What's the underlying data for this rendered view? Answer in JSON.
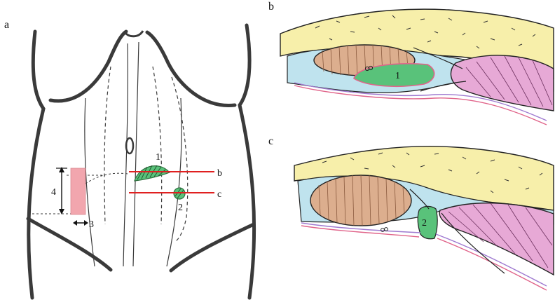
{
  "figure": {
    "panels": [
      {
        "id": "a",
        "letter": "a"
      },
      {
        "id": "b",
        "letter": "b"
      },
      {
        "id": "c",
        "letter": "c"
      }
    ],
    "labels": {
      "section_b": "b",
      "section_c": "c",
      "defect_1": "1",
      "defect_2": "2",
      "measure_3": "3",
      "measure_4": "4",
      "inset_b_defect": "1",
      "inset_c_defect": "2"
    },
    "colors": {
      "outline": "#3a3a3a",
      "section_line": "#e02020",
      "pink_area": "#f2a6ae",
      "green_defect": "#59c27a",
      "fat_yellow": "#f7efaa",
      "fascia_blue": "#bfe3ee",
      "muscle_brown": "#dcae8e",
      "muscle_pink": "#e7a9d6",
      "peritoneum_purple": "#9f7ad0",
      "skin_pink": "#e0648a"
    }
  }
}
